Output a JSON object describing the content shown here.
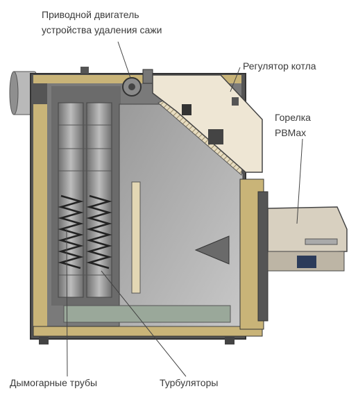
{
  "labels": {
    "soot_motor": [
      "Приводной двигатель",
      "устройства удаления сажи"
    ],
    "boiler_regulator": "Регулятор котла",
    "burner": [
      "Горелка",
      "PBMax"
    ],
    "fire_tubes": "Дымогарные трубы",
    "turbulators": "Турбуляторы"
  },
  "colors": {
    "insulation": "#c9b478",
    "steel_dark": "#8a8a8a",
    "steel_light": "#cfcfcf",
    "panel_beige": "#eee6d4",
    "outline": "#333333"
  }
}
